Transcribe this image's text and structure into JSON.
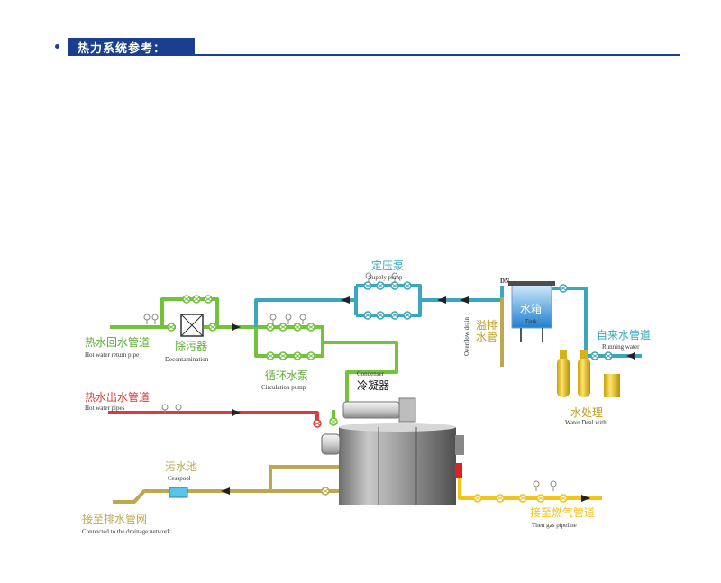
{
  "header": {
    "title": "热力系统参考："
  },
  "colors": {
    "header": "#1b3f8f",
    "green_pipe": "#72c23a",
    "teal_pipe": "#3aa7bd",
    "red_pipe": "#dd3b3b",
    "yellow_pipe": "#f2c318",
    "khaki_pipe": "#bca84e",
    "dark_arrow": "#222222"
  },
  "labels": {
    "hot_return_zh": "热水回水管道",
    "hot_return_en": "Hot water return pipe",
    "decontam_zh": "除污器",
    "decontam_en": "Decontamination",
    "circ_pump_zh": "循环水泵",
    "circ_pump_en": "Circulation pump",
    "supply_pump_zh": "定压泵",
    "supply_pump_en": "Supply pump",
    "condenser_en": "Condenser",
    "condenser_zh": "冷凝器",
    "hot_out_zh": "热水出水管道",
    "hot_out_en": "Hot water pipes",
    "overflow_en": "Overflow drain",
    "overflow_zh_1": "溢排",
    "overflow_zh_2": "水管",
    "dn": "DN",
    "tank_zh": "水箱",
    "tank_en": "Tank",
    "running_zh": "自来水管道",
    "running_en": "Running water",
    "water_treat_zh": "水处理",
    "water_treat_en": "Water Deal with",
    "cesspool_zh": "污水池",
    "cesspool_en": "Cesspool",
    "drainage_zh": "接至排水管网",
    "drainage_en": "Connected to the drainage network",
    "gas_zh": "接至燃气管道",
    "gas_en": "Then gas pipeline"
  },
  "icons": [
    "pipe-arrow-icon",
    "valve-icon",
    "gauge-icon",
    "pump-icon",
    "thermometer-icon"
  ]
}
